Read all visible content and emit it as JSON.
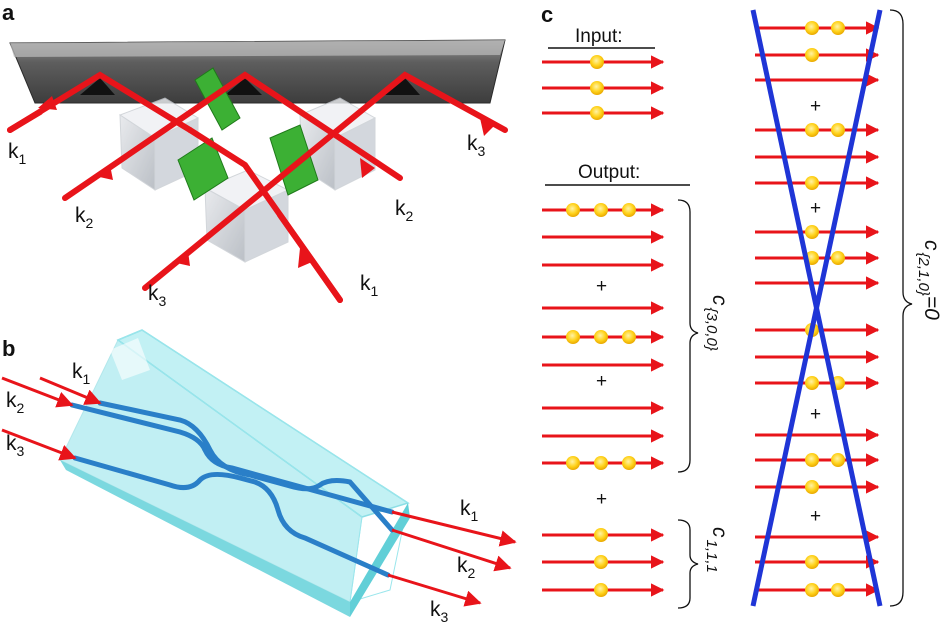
{
  "panels": {
    "a": {
      "letter": "a",
      "beams": [
        {
          "k": "k",
          "sub": "1"
        },
        {
          "k": "k",
          "sub": "2"
        },
        {
          "k": "k",
          "sub": "3"
        },
        {
          "k": "k",
          "sub": "3"
        },
        {
          "k": "k",
          "sub": "2"
        },
        {
          "k": "k",
          "sub": "1"
        }
      ]
    },
    "b": {
      "letter": "b",
      "beams": [
        {
          "k": "k",
          "sub": "1"
        },
        {
          "k": "k",
          "sub": "2"
        },
        {
          "k": "k",
          "sub": "3"
        },
        {
          "k": "k",
          "sub": "1"
        },
        {
          "k": "k",
          "sub": "2"
        },
        {
          "k": "k",
          "sub": "3"
        }
      ]
    },
    "c": {
      "letter": "c",
      "input_label": "Input:",
      "output_label": "Output:",
      "plus": "+",
      "coef_300": {
        "c": "c",
        "sub": "{3,0,0}"
      },
      "coef_111": {
        "c": "c",
        "sub": "1,1,1"
      },
      "coef_210": {
        "c": "c",
        "sub": "{2,1,0}",
        "suffix": "=0"
      }
    }
  },
  "colors": {
    "beam": "#e8141a",
    "photon": "#f7c500",
    "photon_core": "#ffe98a",
    "waveguide": "#2a7fc8",
    "chip": "#8fe3ea",
    "cross": "#1f35d6",
    "splitter_green": "#3cb034"
  }
}
